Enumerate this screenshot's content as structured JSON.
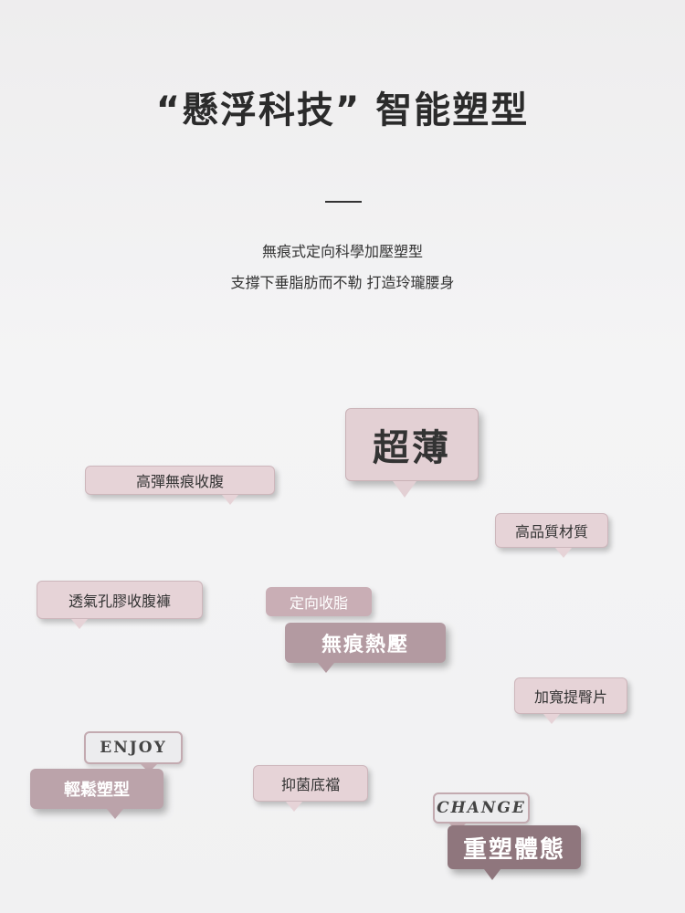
{
  "header": {
    "title": "“懸浮科技” 智能塑型",
    "subtitle_line1": "無痕式定向科學加壓塑型",
    "subtitle_line2": "支撐下垂脂肪而不勒 打造玲瓏腰身"
  },
  "bubbles": {
    "super_thin": "超薄",
    "high_elastic": "高彈無痕收腹",
    "high_quality": "高品質材質",
    "breathable": "透氣孔膠收腹褲",
    "targeted": "定向收脂",
    "seamless_press": "無痕熱壓",
    "widened_hip": "加寬提臀片",
    "enjoy": "ENJOY",
    "relax_shape": "輕鬆塑型",
    "antibacterial": "抑菌底襠",
    "change": "CHANGE",
    "reshape": "重塑體態"
  },
  "colors": {
    "light_pink": "#e6d3d7",
    "mauve": "#b39aa1",
    "deep_mauve": "#8f767d"
  }
}
